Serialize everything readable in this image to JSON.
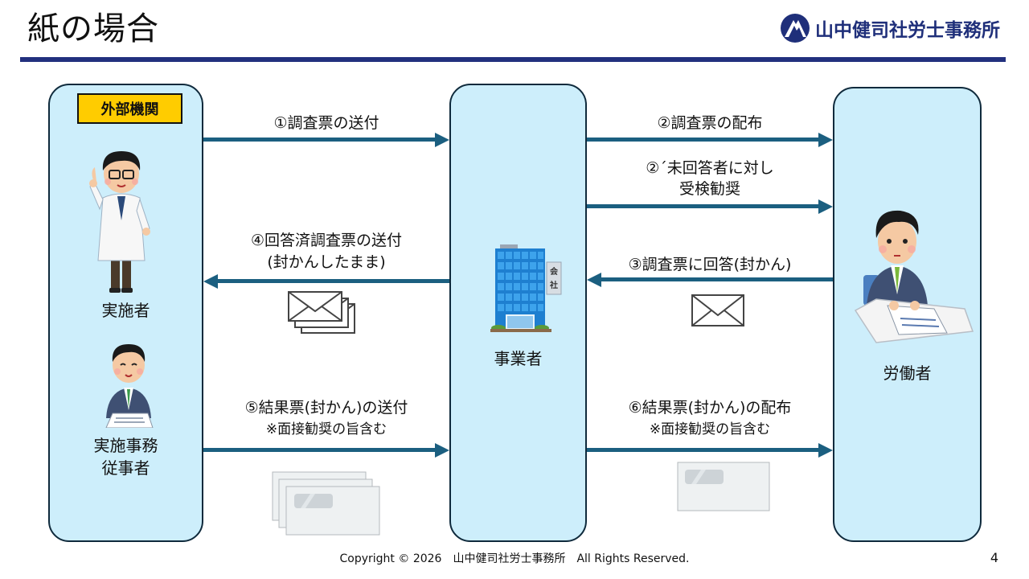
{
  "header": {
    "title": "紙の場合",
    "logo_text": "山中健司社労士事務所"
  },
  "lanes": {
    "external": {
      "badge": "外部機関",
      "actor1": "実施者",
      "actor2_line1": "実施事務",
      "actor2_line2": "従事者"
    },
    "employer": {
      "label": "事業者"
    },
    "worker": {
      "label": "労働者"
    }
  },
  "flows": [
    {
      "id": "1",
      "lines": [
        "①調査票の送付"
      ],
      "direction": "right"
    },
    {
      "id": "2",
      "lines": [
        "②調査票の配布"
      ],
      "direction": "right"
    },
    {
      "id": "2b",
      "lines": [
        "②´未回答者に対し",
        "受検勧奨"
      ],
      "direction": "right"
    },
    {
      "id": "3",
      "lines": [
        "③調査票に回答(封かん)"
      ],
      "direction": "left"
    },
    {
      "id": "4",
      "lines": [
        "④回答済調査票の送付",
        "(封かんしたまま)"
      ],
      "direction": "left"
    },
    {
      "id": "5",
      "lines": [
        "⑤結果票(封かん)の送付",
        "※面接勧奨の旨含む"
      ],
      "direction": "right"
    },
    {
      "id": "6",
      "lines": [
        "⑥結果票(封かん)の配布",
        "※面接勧奨の旨含む"
      ],
      "direction": "right"
    }
  ],
  "icons": {
    "doctor": "doctor-illustration",
    "staff": "staff-illustration",
    "building": "company-building-illustration",
    "worker": "worker-at-desk-illustration",
    "envelope": "envelope-icon",
    "window_envelope": "window-envelope-icon"
  },
  "colors": {
    "lane_fill": "#cdeefb",
    "lane_border": "#0f2a3c",
    "arrow": "#1b5f80",
    "badge": "#ffcc00",
    "brand": "#22307e"
  },
  "footer": {
    "copyright": "Copyright © 2026　山中健司社労士事務所　All Rights Reserved.",
    "page_number": "4"
  }
}
